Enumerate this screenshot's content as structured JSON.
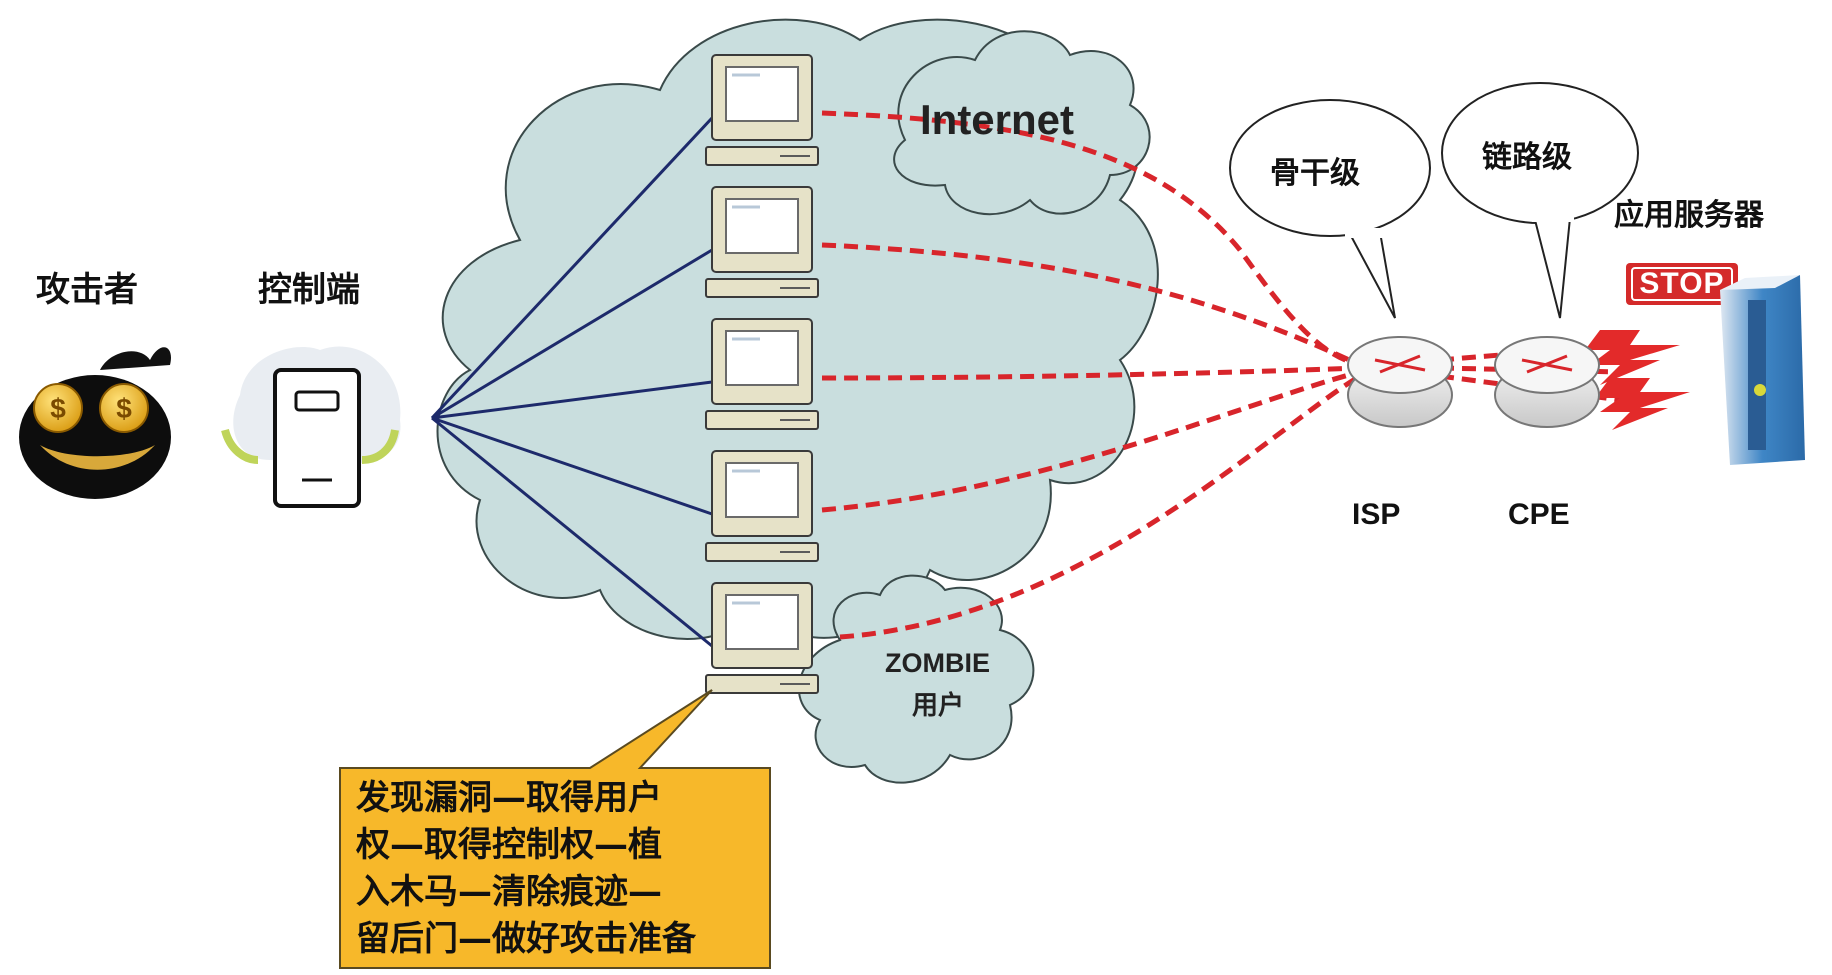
{
  "labels": {
    "attacker": "攻击者",
    "controller": "控制端",
    "internet": "Internet",
    "zombie": "ZOMBIE",
    "zombie_sub": "用户",
    "backbone": "骨干级",
    "link": "链路级",
    "app_server": "应用服务器",
    "isp": "ISP",
    "cpe": "CPE",
    "stop": "STOP"
  },
  "callout": {
    "lines": [
      "发现漏洞—取得用户",
      "权—取得控制权—植",
      "入木马—清除痕迹—",
      "留后门—做好攻击准备"
    ]
  },
  "colors": {
    "cloud_fill": "#c9dede",
    "cloud_stroke": "#3a4a4a",
    "attack_line": "#d8252b",
    "control_line": "#1d2a6b",
    "callout_fill": "#f7b82a",
    "stop_red": "#d42a2a"
  },
  "icons": {
    "attacker": "money-eyes-face-icon",
    "controller": "server-tower-icon",
    "zombie_pc": "desktop-computer-icon",
    "router": "router-icon",
    "target": "server-rack-icon"
  }
}
